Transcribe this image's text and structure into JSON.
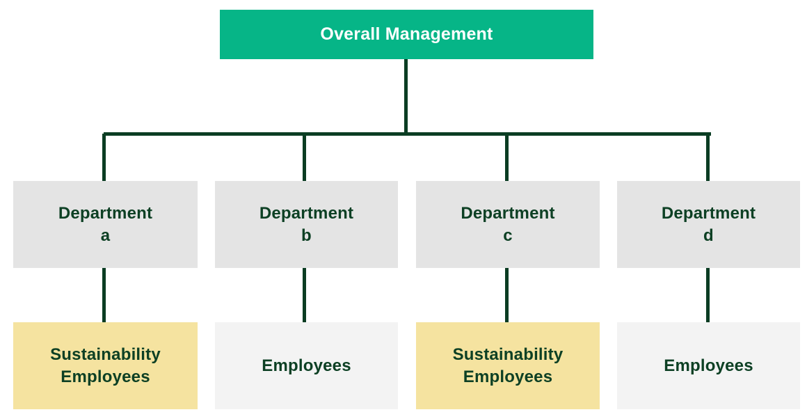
{
  "chart_data": {
    "type": "diagram",
    "diagram_type": "organizational-hierarchy-tree",
    "title": "",
    "orientation": "top-down",
    "levels": 3,
    "nodes": [
      {
        "id": "root",
        "label": "Overall Management",
        "level": 0,
        "fill": "#06b587",
        "text_color": "#ffffff",
        "parent": null
      },
      {
        "id": "dept-a",
        "label": "Department\na",
        "level": 1,
        "fill": "#e4e4e4",
        "text_color": "#0d4024",
        "parent": "root"
      },
      {
        "id": "dept-b",
        "label": "Department\nb",
        "level": 1,
        "fill": "#e4e4e4",
        "text_color": "#0d4024",
        "parent": "root"
      },
      {
        "id": "dept-c",
        "label": "Department\nc",
        "level": 1,
        "fill": "#e4e4e4",
        "text_color": "#0d4024",
        "parent": "root"
      },
      {
        "id": "dept-d",
        "label": "Department\nd",
        "level": 1,
        "fill": "#e4e4e4",
        "text_color": "#0d4024",
        "parent": "root"
      },
      {
        "id": "leaf-a",
        "label": "Sustainability\nEmployees",
        "level": 2,
        "fill": "#f5e3a0",
        "text_color": "#0d4024",
        "parent": "dept-a"
      },
      {
        "id": "leaf-b",
        "label": "Employees",
        "level": 2,
        "fill": "#f3f3f3",
        "text_color": "#0d4024",
        "parent": "dept-b"
      },
      {
        "id": "leaf-c",
        "label": "Sustainability\nEmployees",
        "level": 2,
        "fill": "#f5e3a0",
        "text_color": "#0d4024",
        "parent": "dept-c"
      },
      {
        "id": "leaf-d",
        "label": "Employees",
        "level": 2,
        "fill": "#f3f3f3",
        "text_color": "#0d4024",
        "parent": "dept-d"
      }
    ],
    "edges": [
      {
        "from": "root",
        "to": "dept-a"
      },
      {
        "from": "root",
        "to": "dept-b"
      },
      {
        "from": "root",
        "to": "dept-c"
      },
      {
        "from": "root",
        "to": "dept-d"
      },
      {
        "from": "dept-a",
        "to": "leaf-a"
      },
      {
        "from": "dept-b",
        "to": "leaf-b"
      },
      {
        "from": "dept-c",
        "to": "leaf-c"
      },
      {
        "from": "dept-d",
        "to": "leaf-d"
      }
    ]
  },
  "root": {
    "label": "Overall Management"
  },
  "departments": [
    {
      "label": "Department\na"
    },
    {
      "label": "Department\nb"
    },
    {
      "label": "Department\nc"
    },
    {
      "label": "Department\nd"
    }
  ],
  "leaves": [
    {
      "label": "Sustainability\nEmployees"
    },
    {
      "label": "Employees"
    },
    {
      "label": "Sustainability\nEmployees"
    },
    {
      "label": "Employees"
    }
  ],
  "colors": {
    "root_fill": "#06b587",
    "root_text": "#ffffff",
    "department_fill": "#e4e4e4",
    "leaf_highlight_fill": "#f5e3a0",
    "leaf_plain_fill": "#f3f3f3",
    "node_text": "#0d4024",
    "connector": "#0b3d23",
    "background": "#ffffff"
  }
}
